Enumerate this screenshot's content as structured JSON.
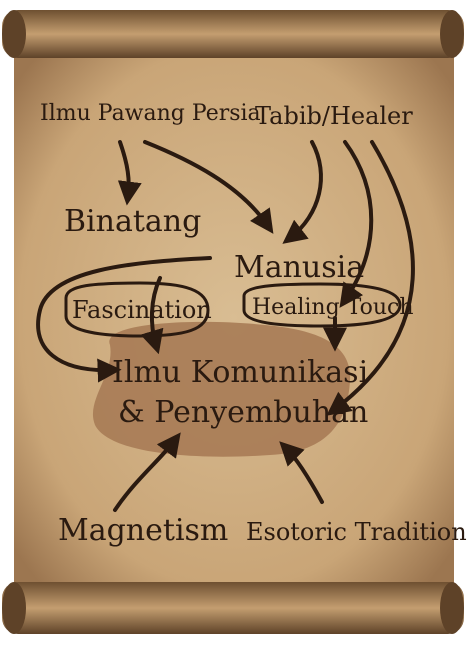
{
  "nodes": {
    "ilmu_pawang": "Ilmu Pawang Persia",
    "tabib": "Tabib/Healer",
    "binatang": "Binatang",
    "manusia": "Manusia",
    "fascination": "Fascination",
    "healing_touch": "Healing Touch",
    "center_line1": "Ilmu Komunikasi",
    "center_line2": "& Penyembuhan",
    "magnetism": "Magnetism",
    "esoteric": "Esotoric Tradition"
  },
  "colors": {
    "parchment": "#d2b48a",
    "parchment_dark": "#a9825a",
    "roll": "#8c6a45",
    "center_blob": "#a77b55",
    "ink": "#2a1a10"
  }
}
